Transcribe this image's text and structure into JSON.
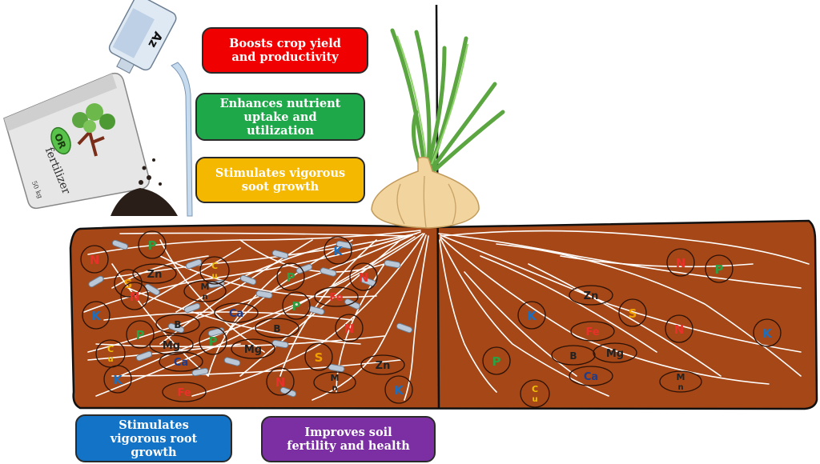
{
  "benefits": {
    "yield": {
      "lines": [
        "Boosts crop yield",
        "and productivity"
      ],
      "color": "#f00000"
    },
    "uptake": {
      "lines": [
        "Enhances nutrient",
        "uptake and",
        "utilization"
      ],
      "color": "#1fa84a"
    },
    "shoot": {
      "lines": [
        "Stimulates vigorous",
        "soot growth"
      ],
      "color": "#f5b800"
    },
    "root": {
      "lines": [
        "Stimulates",
        "vigorous root",
        "growth"
      ],
      "color": "#1373c6"
    },
    "soil": {
      "lines": [
        "Improves soil",
        "fertility and health"
      ],
      "color": "#7b2fa3"
    }
  },
  "products": {
    "bottle_label": "Az",
    "bag_badge": "OR",
    "bag_name": "fertilizer",
    "bag_weight": "50 kg"
  },
  "nutrient_colors": {
    "N": "#e8312a",
    "P": "#2ea043",
    "K": "#1a6fc0",
    "S": "#f0a000",
    "Zn": "#222222",
    "Mn": "#222222",
    "Ca": "#1d3d8c",
    "Fe": "#e8312a",
    "B": "#222222",
    "Mg": "#222222",
    "Cu": "#f0c000"
  },
  "left_nutrients": [
    "N",
    "P",
    "Zn",
    "Cu",
    "S",
    "N",
    "Mn",
    "K",
    "Ca",
    "B",
    "P",
    "Mg",
    "Cu",
    "Ca",
    "K",
    "Fe",
    "K",
    "N",
    "P",
    "Fe",
    "P",
    "B",
    "N",
    "Mg",
    "P",
    "S",
    "N",
    "Mn",
    "Zn",
    "K"
  ],
  "right_nutrients": [
    "N",
    "P",
    "Zn",
    "S",
    "K",
    "Fe",
    "N",
    "K",
    "B",
    "Mg",
    "P",
    "Ca",
    "Mn",
    "Cu"
  ]
}
